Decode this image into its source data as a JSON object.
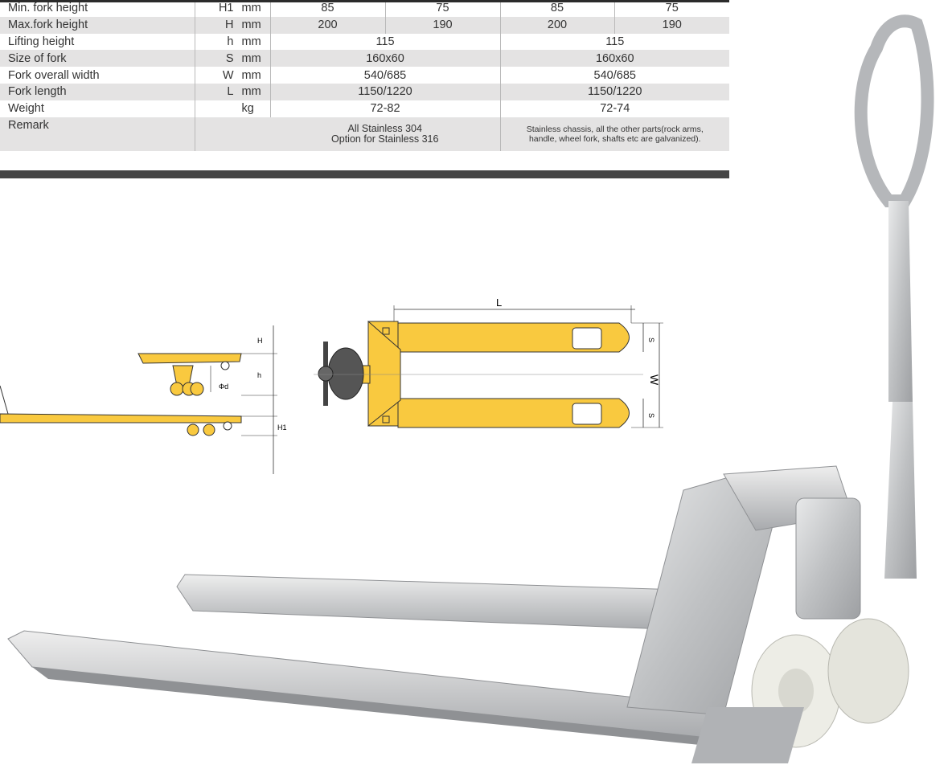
{
  "table": {
    "rows": [
      {
        "param": "Min. fork height",
        "sym": "H1",
        "unit": "mm",
        "v1": "85",
        "v2": "75",
        "v3": "85",
        "v4": "75"
      },
      {
        "param": "Max.fork height",
        "sym": "H",
        "unit": "mm",
        "v1": "200",
        "v2": "190",
        "v3": "200",
        "v4": "190"
      },
      {
        "param": "Lifting height",
        "sym": "h",
        "unit": "mm",
        "a": "115",
        "b": "115"
      },
      {
        "param": "Size of fork",
        "sym": "S",
        "unit": "mm",
        "a": "160x60",
        "b": "160x60"
      },
      {
        "param": "Fork overall width",
        "sym": "W",
        "unit": "mm",
        "a": "540/685",
        "b": "540/685"
      },
      {
        "param": "Fork length",
        "sym": "L",
        "unit": "mm",
        "a": "1150/1220",
        "b": "1150/1220"
      },
      {
        "param": "Weight",
        "sym": "",
        "unit": "kg",
        "a": "72-82",
        "b": "72-74"
      }
    ],
    "remark": {
      "label": "Remark",
      "a_line1": "All Stainless 304",
      "a_line2": "Option for Stainless 316",
      "b_line1": "Stainless chassis, all the other parts(rock arms,",
      "b_line2": "handle, wheel fork, shafts etc are galvanized)."
    }
  },
  "drawing": {
    "labels": {
      "H": "H",
      "h": "h",
      "phi_d": "Φd",
      "H1": "H1",
      "L": "L",
      "W": "W",
      "S1": "S",
      "S2": "S"
    },
    "fork_color": "#f9c93f",
    "outline_color": "#333333"
  },
  "photo": {
    "metal_color": "#c7c9cb",
    "wheel_color": "#eeeee8"
  }
}
